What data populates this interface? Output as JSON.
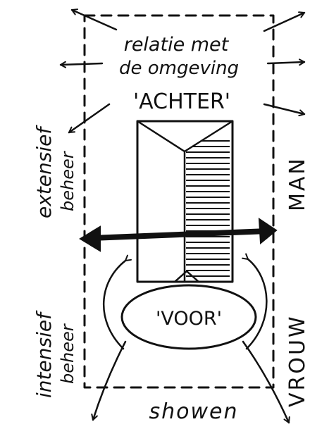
{
  "labels": {
    "top_line1": "relatie met",
    "top_line2": "de omgeving",
    "back": "'ACHTER'",
    "front": "'VOOR'",
    "left_upper_line1": "extensief",
    "left_upper_line2": "beheer",
    "left_lower_line1": "intensief",
    "left_lower_line2": "beheer",
    "right_upper": "MAN",
    "right_lower": "VROUW",
    "bottom": "showen"
  }
}
